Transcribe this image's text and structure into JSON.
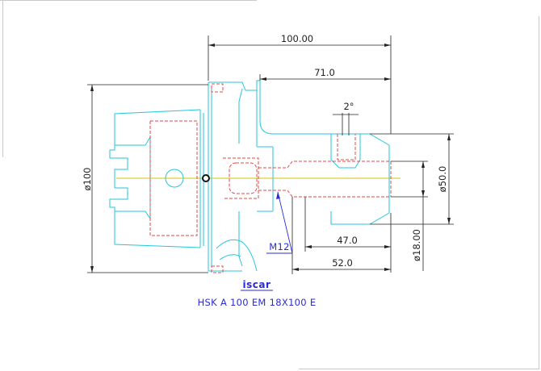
{
  "dimensions": {
    "overall_length": "100.00",
    "length_71": "71.0",
    "angle": "2°",
    "dia_100": "ø100",
    "dia_50": "ø50.0",
    "dia_18": "ø18.00",
    "length_47": "47.0",
    "length_52": "52.0",
    "thread": "M12"
  },
  "logo": {
    "text": "iscar"
  },
  "caption": "HSK A 100 EM 18X100 E",
  "colors": {
    "outline": "#26c6dc",
    "hidden": "#e04a4a",
    "dimension": "#222222",
    "centerline": "#d8c20a",
    "caption": "#2b2bd8"
  }
}
